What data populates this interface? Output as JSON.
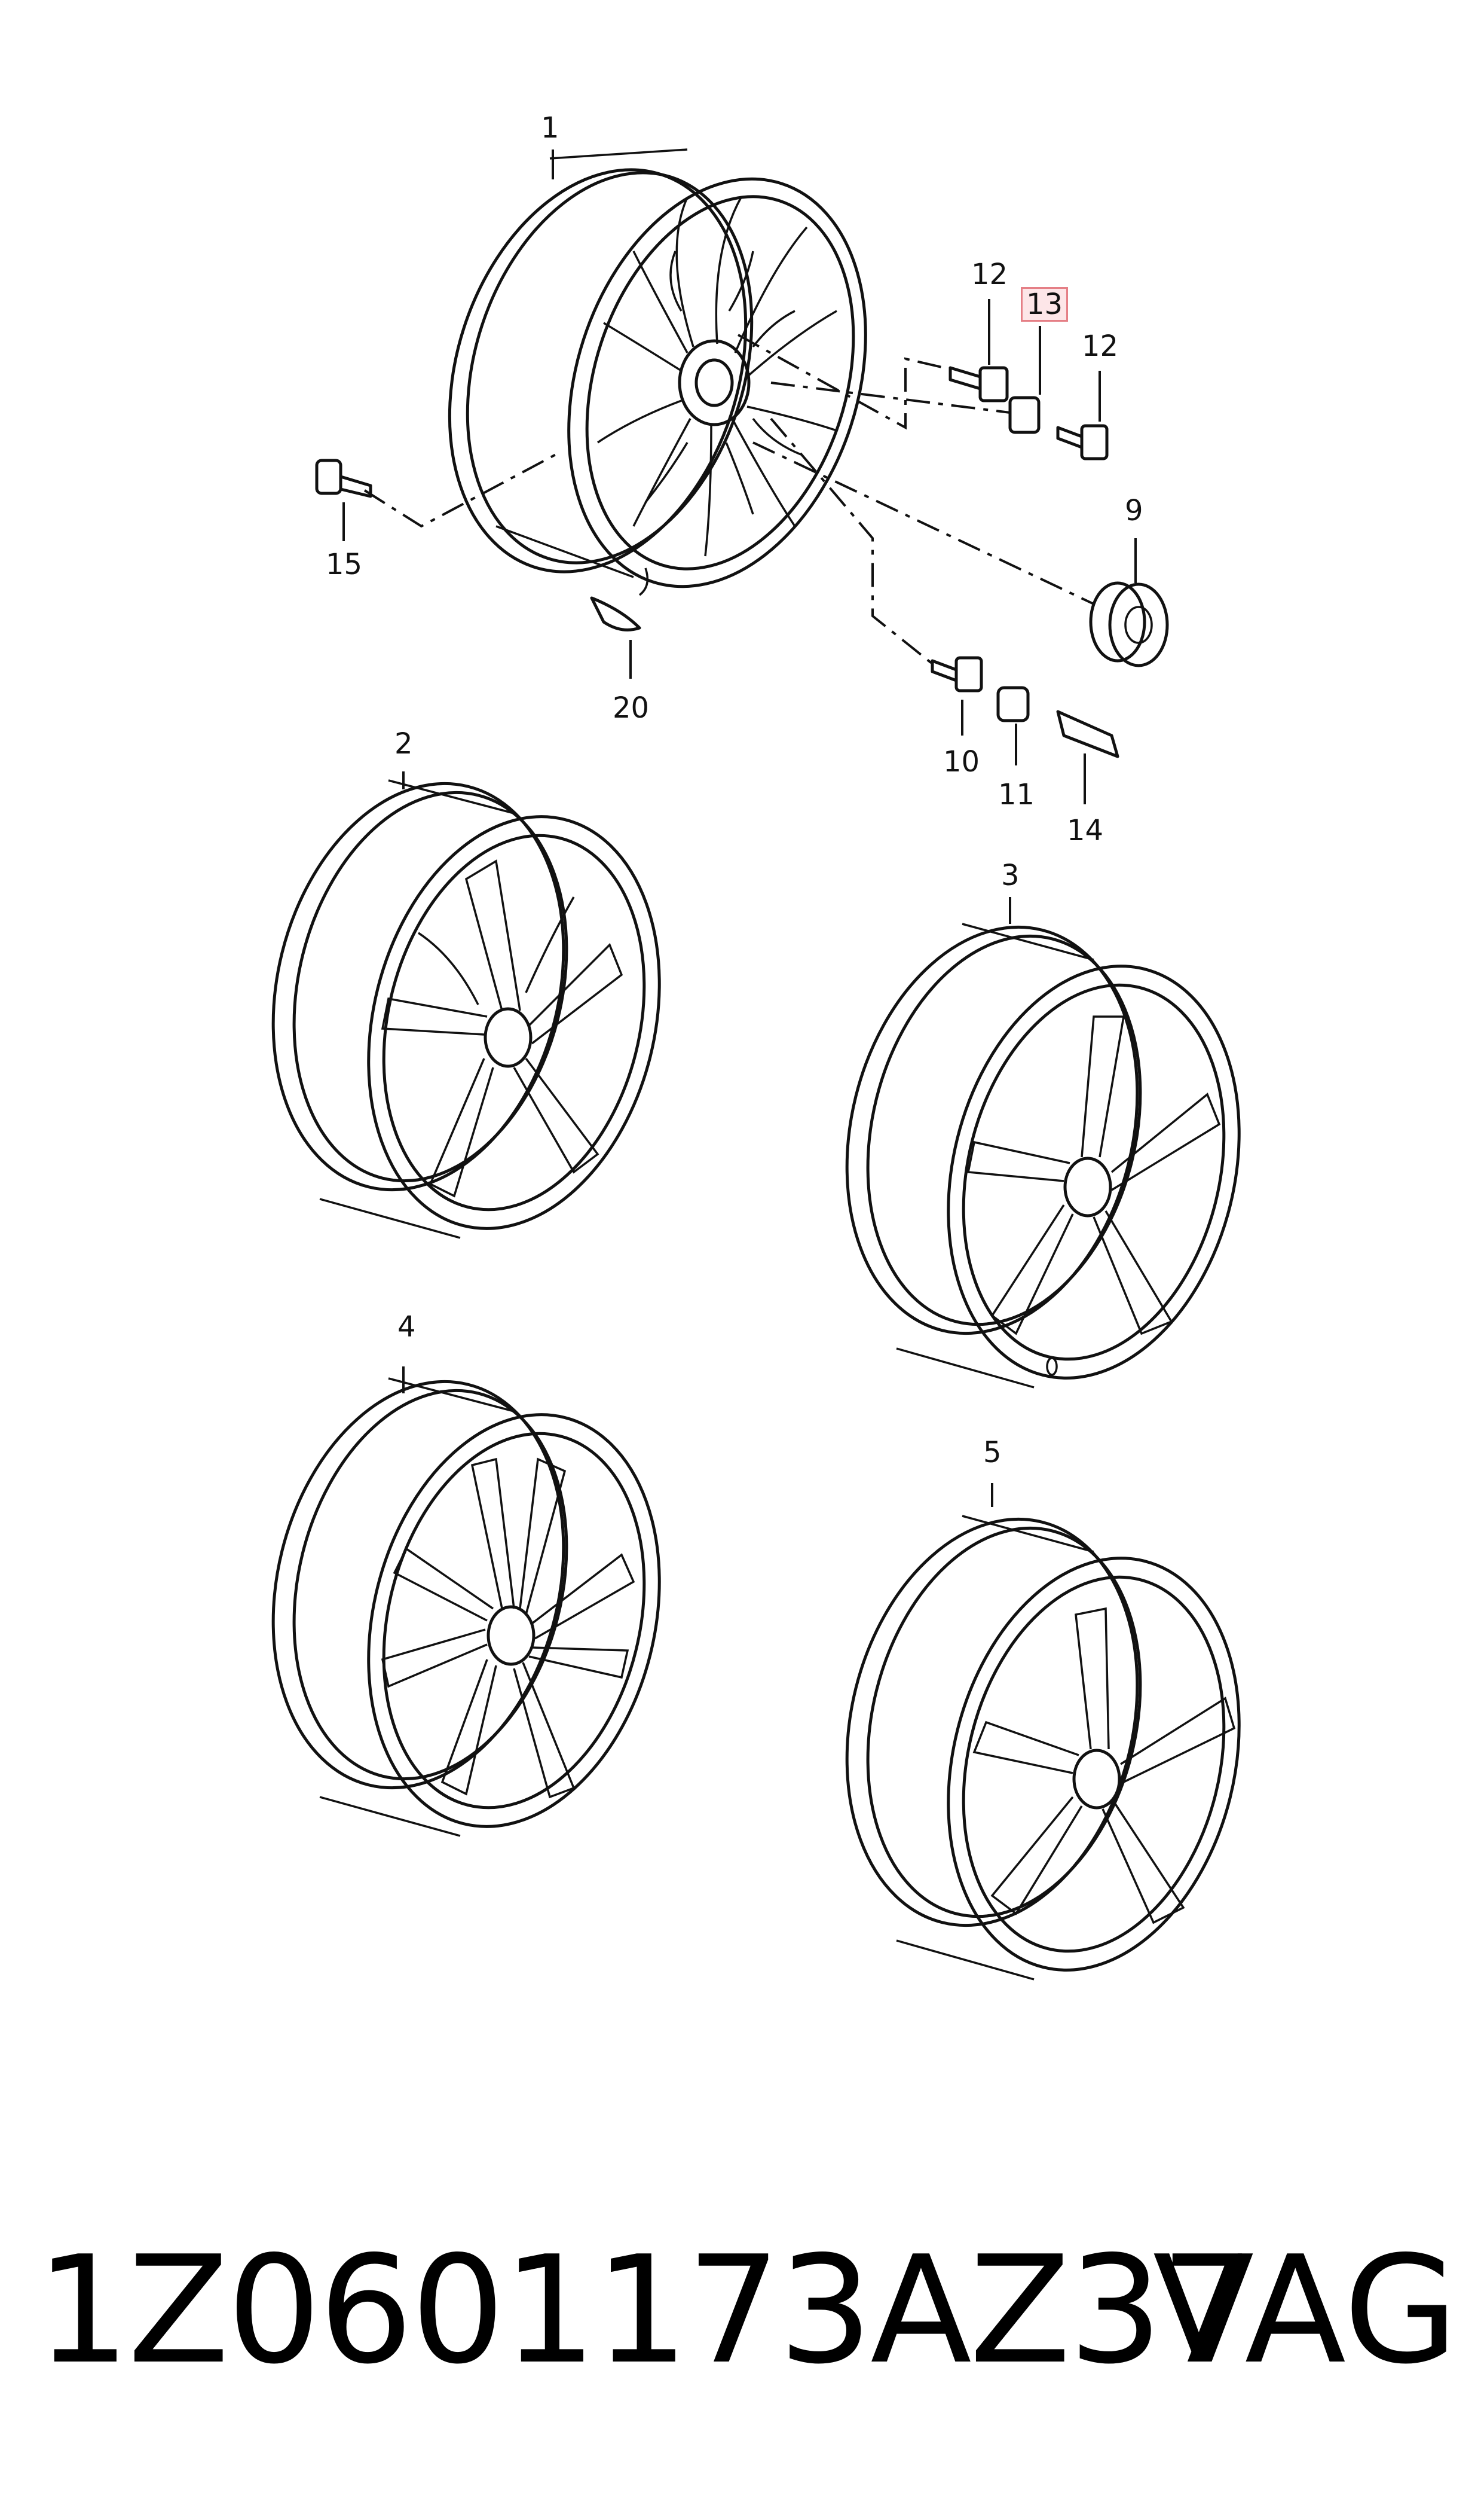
{
  "labels": {
    "l1": "1",
    "l2": "2",
    "l3": "3",
    "l4": "4",
    "l5": "5",
    "l9": "9",
    "l10": "10",
    "l11": "11",
    "l12a": "12",
    "l12b": "12",
    "l13": "13",
    "l14": "14",
    "l15": "15",
    "l20": "20"
  },
  "highlight_color": "#e57f86",
  "footer": {
    "part_number": "1Z0601173AZ37",
    "brand": "VAG"
  }
}
